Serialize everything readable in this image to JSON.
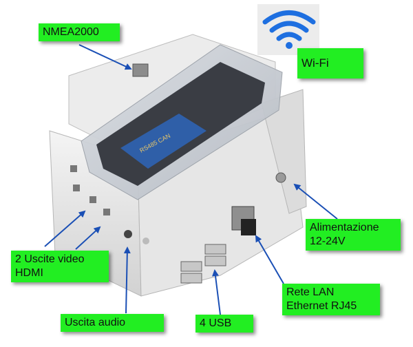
{
  "colors": {
    "label_bg": "#22ee22",
    "arrow": "#1a4fb5",
    "case_body": "#e8e8e8",
    "wifi_blue": "#1e6fe0",
    "background": "#ffffff"
  },
  "icons": {
    "wifi": "wifi-icon"
  },
  "labels": {
    "nmea": "NMEA2000",
    "wifi": "Wi-Fi",
    "power": "Alimentazione\n12-24V",
    "hdmi": "2 Uscite video\nHDMI",
    "audio": "Uscita audio",
    "usb": "4  USB",
    "lan": "Rete LAN\nEthernet RJ45"
  }
}
